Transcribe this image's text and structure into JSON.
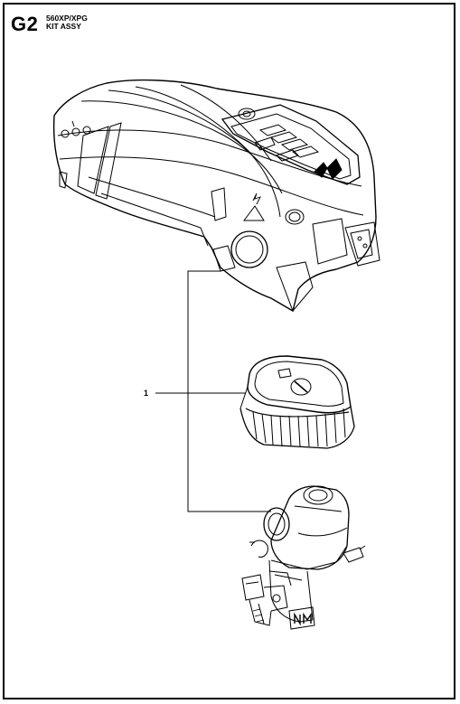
{
  "header": {
    "section_code": "G2",
    "model_line": "560XP/XPG",
    "title_line": "KIT ASSY"
  },
  "callouts": [
    {
      "number": "1",
      "part": "air-filter"
    }
  ],
  "parts": [
    {
      "id": "cylinder-cover",
      "icon": "cylinder-cover-drawing"
    },
    {
      "id": "air-filter",
      "icon": "air-filter-drawing"
    },
    {
      "id": "carburetor-bracket",
      "icon": "carburetor-bracket-drawing"
    }
  ],
  "colors": {
    "line": "#000000",
    "background": "#ffffff",
    "tone": "#c8c8c8"
  }
}
